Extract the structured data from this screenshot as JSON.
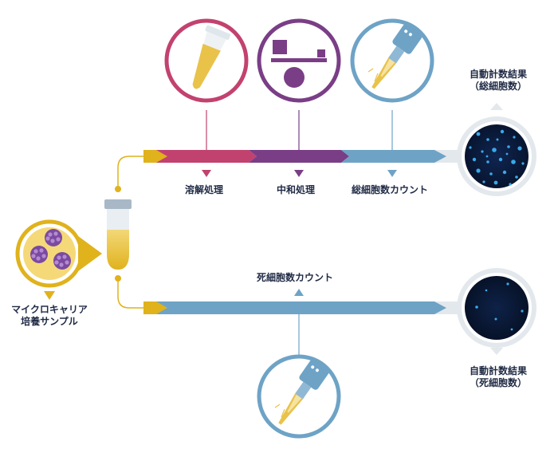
{
  "sample": {
    "line1": "マイクロキャリア",
    "line2": "培養サンプル"
  },
  "top_path": {
    "steps": [
      {
        "label": "溶解処理",
        "color": "#c2426f"
      },
      {
        "label": "中和処理",
        "color": "#7a3e86"
      },
      {
        "label": "総細胞数カウント",
        "color": "#6ea3c6"
      }
    ],
    "result_line1": "自動計数結果",
    "result_line2": "（総細胞数）"
  },
  "bottom_path": {
    "step_label": "死細胞数カウント",
    "result_line1": "自動計数結果",
    "result_line2": "（死細胞数）"
  },
  "colors": {
    "gold": "#e0b21c",
    "magenta": "#c2426f",
    "purple": "#7a3e86",
    "blue": "#6ea3c6",
    "dark_navy": "#0a1733",
    "cell_purple": "#7b4aa0",
    "text": "#1f2a44"
  }
}
